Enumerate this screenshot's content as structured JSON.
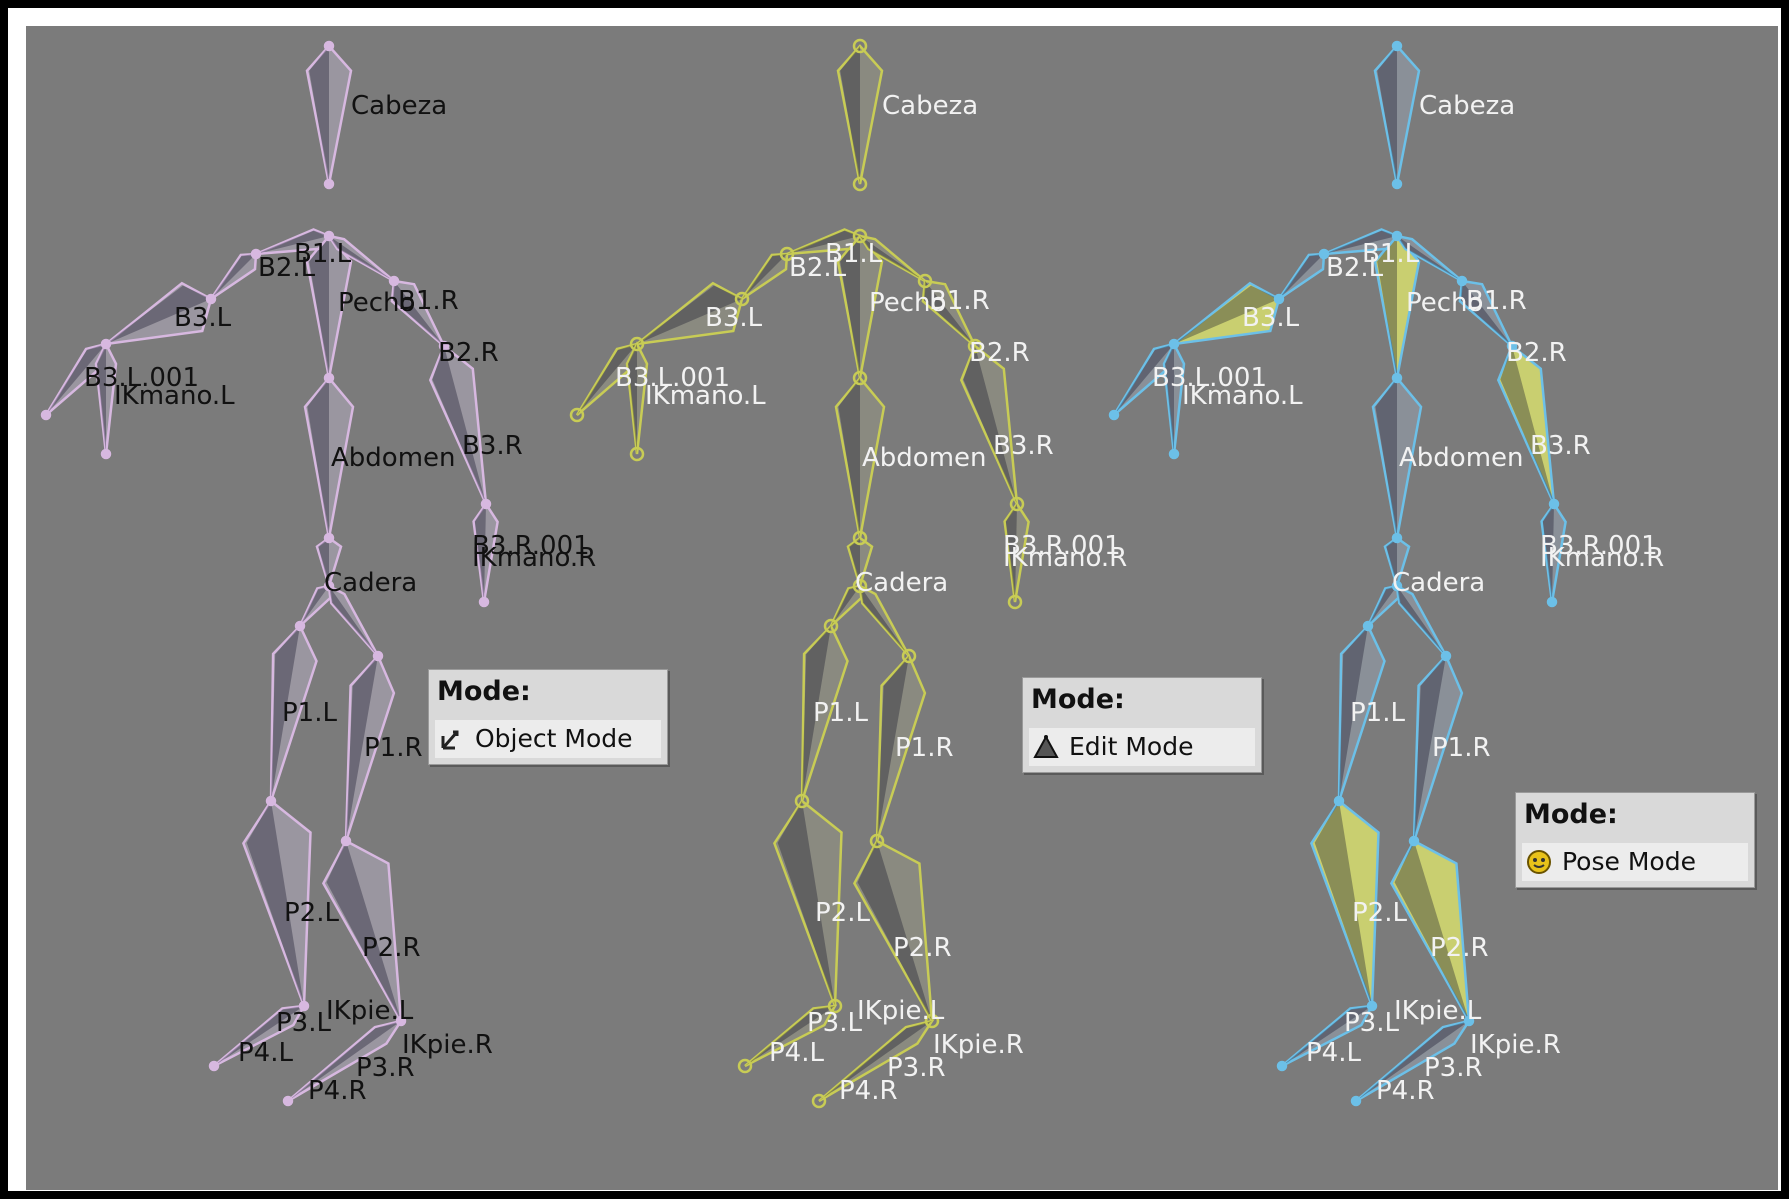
{
  "mode_panels": [
    {
      "title": "Mode:",
      "value": "Object Mode",
      "icon": "object-mode-icon"
    },
    {
      "title": "Mode:",
      "value": "Edit Mode",
      "icon": "edit-mode-icon"
    },
    {
      "title": "Mode:",
      "value": "Pose Mode",
      "icon": "pose-mode-icon"
    }
  ],
  "rigs": [
    {
      "name": "object",
      "wire_color": "#d7b8e0",
      "fill_color": "#9a96a0",
      "text_color": "#111111"
    },
    {
      "name": "edit",
      "wire_color": "#c8cc55",
      "fill_color": "#8a8a80",
      "text_color": "#f2f2f2"
    },
    {
      "name": "pose",
      "wire_color": "#6cc0e8",
      "fill_color": "#8a9098",
      "text_color": "#f2f2f2"
    }
  ],
  "labels": {
    "head": "Cabeza",
    "chest": "Pecho",
    "abdomen": "Abdomen",
    "hip": "Cadera",
    "b1l": "B1.L",
    "b2l": "B2.L",
    "b3l": "B3.L",
    "b3l001": "B3.L.001",
    "ikhandl": "IKmano.L",
    "b1r": "B1.R",
    "b2r": "B2.R",
    "b3r": "B3.R",
    "b3r001": "B3.R.001",
    "ikhandr": "IKmano.R",
    "p1l": "P1.L",
    "p1r": "P1.R",
    "p2l": "P2.L",
    "p2r": "P2.R",
    "p3l": "P3.L",
    "p3r": "P3.R",
    "p4l": "P4.L",
    "p4r": "P4.R",
    "ikfootl": "IKpie.L",
    "ikfootr": "IKpie.R"
  },
  "status": {
    "pose_highlight_color": "#c9cf70"
  }
}
